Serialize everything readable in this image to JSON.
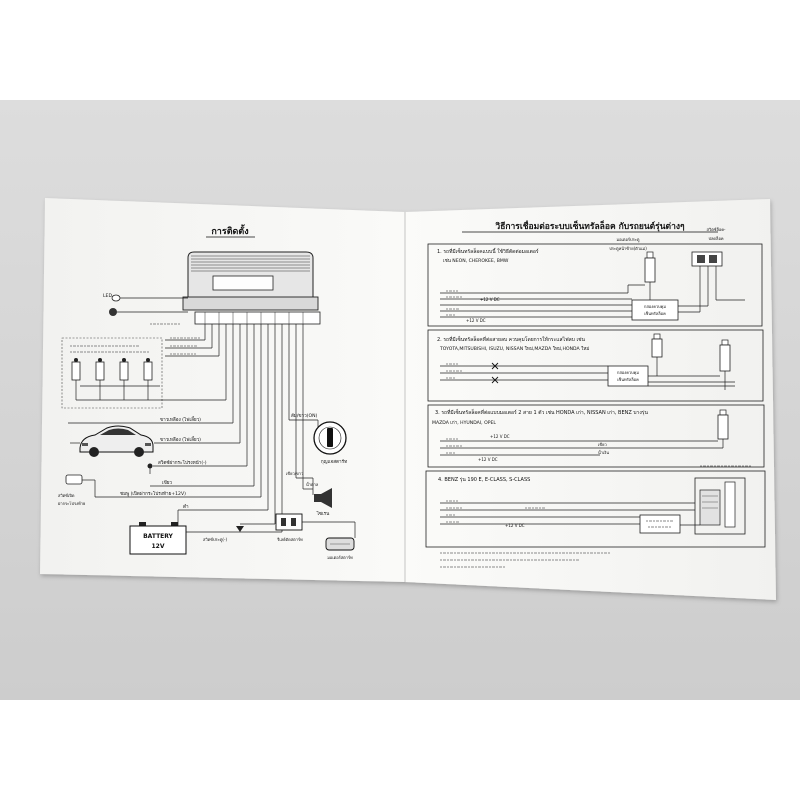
{
  "left_page": {
    "title": "การติดตั้ง",
    "led": "LED",
    "turn_signal_1": "ขาวเหลือง (ไฟเลี้ยว)",
    "turn_signal_2": "ขาวเหลือง (ไฟเลี้ยว)",
    "on_wire": "ส้ม/ขาว(ON)",
    "ignition_switch": "กุญแจสตาร์ท",
    "hood_switch": "สวิตซ์ฝากระโปรงหน้า(-)",
    "green_wire": "เขียว",
    "green_white_wire": "เขียว/ขาว",
    "brown_wire": "น้ำตาล",
    "siren": "ไซเรน",
    "trunk_switch_line1": "สวิตซ์เปิด",
    "trunk_switch_line2": "ฝากระโปรงท้าย",
    "trunk_release_wire": "ชมพู (เปิดฝากระโปรงท้าย+12V)",
    "ground_wire": "ดำ",
    "battery_label": "BATTERY",
    "battery_voltage": "12V",
    "door_switch": "สวิตซ์ประตู(-)",
    "starter_cut_relay": "รีเลย์ตัดสตาร์ท",
    "starter_motor": "มอเตอร์สตาร์ท"
  },
  "right_page": {
    "title": "วิธีการเชื่อมต่อระบบเซ็นทรัลล็อค กับรถยนต์รุ่นต่างๆ",
    "sections": [
      {
        "heading": "1. รถที่มีเซ็นทรัลล็อคแบบนี้ ใช้วิธีตัดต่อมอเตอร์",
        "models": "เช่น   NEON, CHEROKEE, BMW",
        "motor_label": "มอเตอร์ประตู",
        "motor_location": "ประตูหน้าซ้าย(ตัวแม่)",
        "switch_label_1": "สวิตซ์ล็อค-",
        "switch_label_2": "ปลดล็อค",
        "v12_a": "+12 V DC",
        "v12_b": "+12 V DC",
        "box_label_1": "กล่องควบคุม",
        "box_label_2": "เซ็นทรัลล็อค"
      },
      {
        "heading": "2. รถที่มีเซ็นทรัลล็อคที่ต่อสายลบ ควบคุมโดยการให้กระแสไฟลบ เช่น",
        "models": "TOYOTA,MITSUBISHI, ISUZU, NISSAN ใหม่,MAZDA ใหม่,HONDA ใหม่",
        "box_label_1": "กล่องควบคุม",
        "box_label_2": "เซ็นทรัลล็อค"
      },
      {
        "heading": "3. รถที่มีเซ็นทรัลล็อคที่ต่อแบบมอเตอร์ 2 สาย 1 ตัว เช่น HONDA เก่า, NISSAN เก่า, BENZ บางรุ่น",
        "models": "MAZDA เก่า, HYUNDAI, OPEL",
        "v12_a": "+12 V DC",
        "v12_b": "+12 V DC",
        "wire_green": "เขียว",
        "wire_blue": "น้ำเงิน"
      },
      {
        "heading": "4. BENZ รุ่น 190 E, E-CLASS, S-CLASS",
        "v12_a": "+12 V DC"
      }
    ]
  },
  "colors": {
    "paper": "#f7f7f5",
    "surface": "#d6d6d6",
    "ink": "#111111"
  }
}
